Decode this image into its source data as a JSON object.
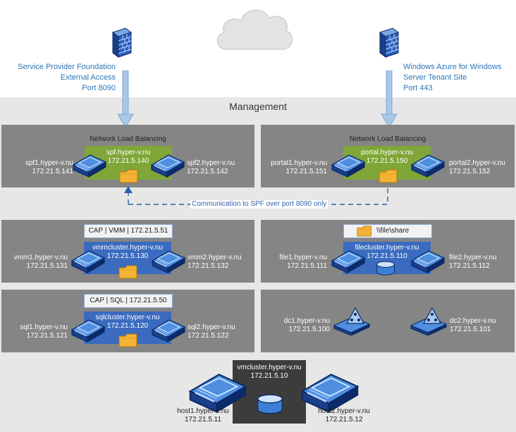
{
  "external": {
    "spf_lines": [
      "Service Provider Foundation",
      "External Access",
      "Port 8090"
    ],
    "portal_lines": [
      "Windows Azure for Windows",
      "Server Tenant Site",
      "Port 443"
    ]
  },
  "management_title": "Management",
  "comm_label": "Communication to SPF over port 8090 only",
  "spf": {
    "title": "Network Load Balancing",
    "vip": [
      "spf.hyper-v.nu",
      "172.21.5.140"
    ],
    "left": [
      "spf1.hyper-v.nu",
      "172.21.5.141"
    ],
    "right": [
      "spf2.hyper-v.nu",
      "172.21.5.142"
    ]
  },
  "portal": {
    "title": "Network Load Balancing",
    "vip": [
      "portal.hyper-v.nu",
      "172.21.5.150"
    ],
    "left": [
      "portal1.hyper-v.nu",
      "172.21.5.151"
    ],
    "right": [
      "portal2.hyper-v.nu",
      "172.21.5.152"
    ]
  },
  "vmm": {
    "cap": "CAP | VMM | 172.21.5.51",
    "cluster": [
      "vmmcluster.hyper-v.nu",
      "172.21.5.130"
    ],
    "left": [
      "vmm1.hyper-v.nu",
      "172.21.5.131"
    ],
    "right": [
      "vmm2.hyper-v.nu",
      "172.21.5.132"
    ]
  },
  "file": {
    "share": "\\\\file\\share",
    "cluster": [
      "filecluster.hyper-v.nu",
      "172.21.5.110"
    ],
    "left": [
      "file1.hyper-v.nu",
      "172.21.5.111"
    ],
    "right": [
      "file2.hyper-v.nu",
      "172.21.5.112"
    ]
  },
  "sql": {
    "cap": "CAP | SQL | 172.21.5.50",
    "cluster": [
      "sqlcluster.hyper-v.nu",
      "172.21.5.120"
    ],
    "left": [
      "sql1.hyper-v.nu",
      "172.21.5.121"
    ],
    "right": [
      "sql2.hyper-v.nu",
      "172.21.5.122"
    ]
  },
  "dc": {
    "left": [
      "dc1.hyper-v.nu",
      "172.21.5.100"
    ],
    "right": [
      "dc2.hyper-v.nu",
      "172.21.5.101"
    ]
  },
  "hosts": {
    "cluster": [
      "vmcluster.hyper-v.nu",
      "172.21.5.10"
    ],
    "left": [
      "host1.hyper-v.nu",
      "172.21.5.11"
    ],
    "right": [
      "host2.hyper-v.nu",
      "172.21.5.12"
    ]
  },
  "icons": {
    "cloud": "cloud-icon",
    "firewall": "firewall-icon",
    "server": "server-icon",
    "folder": "folder-icon",
    "database": "database-icon",
    "domain_controller": "domain-controller-icon"
  },
  "colors": {
    "management_bg": "#e7e7e7",
    "panel_bg": "#858585",
    "nlb_green": "#7fa637",
    "cluster_blue": "#3a6bbf",
    "link_blue": "#2e75b6",
    "folder_orange": "#f5b335"
  }
}
